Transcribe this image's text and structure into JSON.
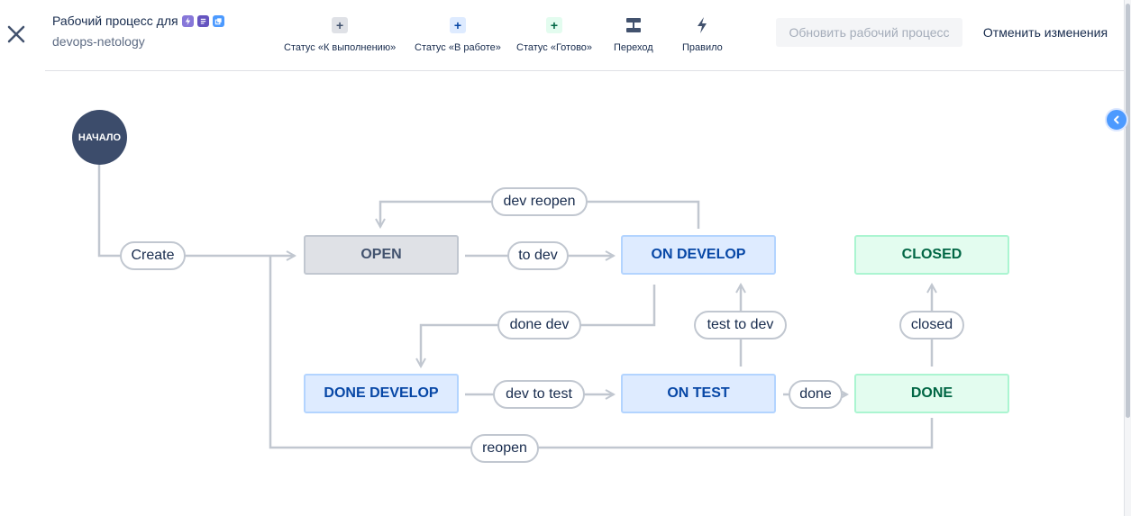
{
  "header": {
    "title": "Рабочий процесс для",
    "project": "devops-netology",
    "badge_colors": [
      "#8777d9",
      "#6554c0",
      "#4c9aff"
    ]
  },
  "toolbar": {
    "todo_status": "Статус «К выполнению»",
    "inprogress_status": "Статус «В работе»",
    "done_status": "Статус «Готово»",
    "transition": "Переход",
    "rule": "Правило",
    "update_button": "Обновить рабочий процесс",
    "discard_button": "Отменить изменения"
  },
  "diagram": {
    "start": "НАЧАЛО",
    "statuses": {
      "open": "OPEN",
      "on_develop": "ON DEVELOP",
      "closed": "CLOSED",
      "done_develop": "DONE DEVELOP",
      "on_test": "ON TEST",
      "done": "DONE"
    },
    "transitions": {
      "create": "Create",
      "dev_reopen": "dev reopen",
      "to_dev": "to dev",
      "done_dev": "done dev",
      "test_to_dev": "test to dev",
      "closed": "closed",
      "dev_to_test": "dev to test",
      "done": "done",
      "reopen": "reopen"
    }
  },
  "colors": {
    "start_node": "#3c4c6b",
    "todo": "#dfe1e6",
    "inprogress": "#deebff",
    "done": "#e3fcef",
    "connector": "#c1c7d0"
  }
}
